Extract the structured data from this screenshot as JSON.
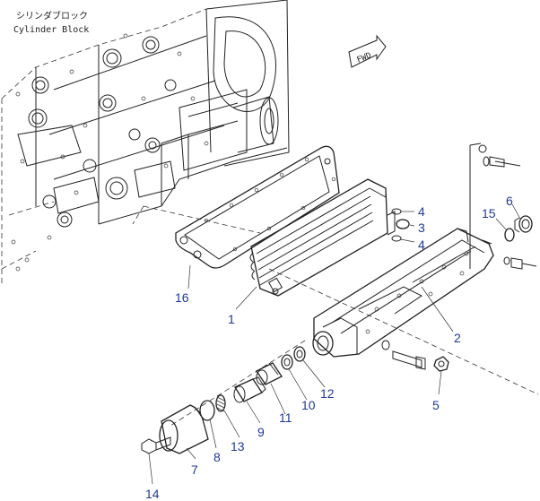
{
  "header": {
    "japanese_label": "シリンダブロック",
    "english_label": "Cylinder Block"
  },
  "direction_marker": {
    "text": "FWD",
    "icon": "fwd-arrow-icon"
  },
  "callouts": [
    {
      "id": "1",
      "text": "1"
    },
    {
      "id": "2",
      "text": "2"
    },
    {
      "id": "3",
      "text": "3"
    },
    {
      "id": "4a",
      "text": "4"
    },
    {
      "id": "4b",
      "text": "4"
    },
    {
      "id": "5",
      "text": "5"
    },
    {
      "id": "6",
      "text": "6"
    },
    {
      "id": "7",
      "text": "7"
    },
    {
      "id": "8",
      "text": "8"
    },
    {
      "id": "9",
      "text": "9"
    },
    {
      "id": "10",
      "text": "10"
    },
    {
      "id": "11",
      "text": "11"
    },
    {
      "id": "12",
      "text": "12"
    },
    {
      "id": "13",
      "text": "13"
    },
    {
      "id": "14",
      "text": "14"
    },
    {
      "id": "15",
      "text": "15"
    },
    {
      "id": "16",
      "text": "16"
    }
  ],
  "colors": {
    "line": "#222222",
    "callout": "#1f3a93",
    "background": "#ffffff"
  }
}
